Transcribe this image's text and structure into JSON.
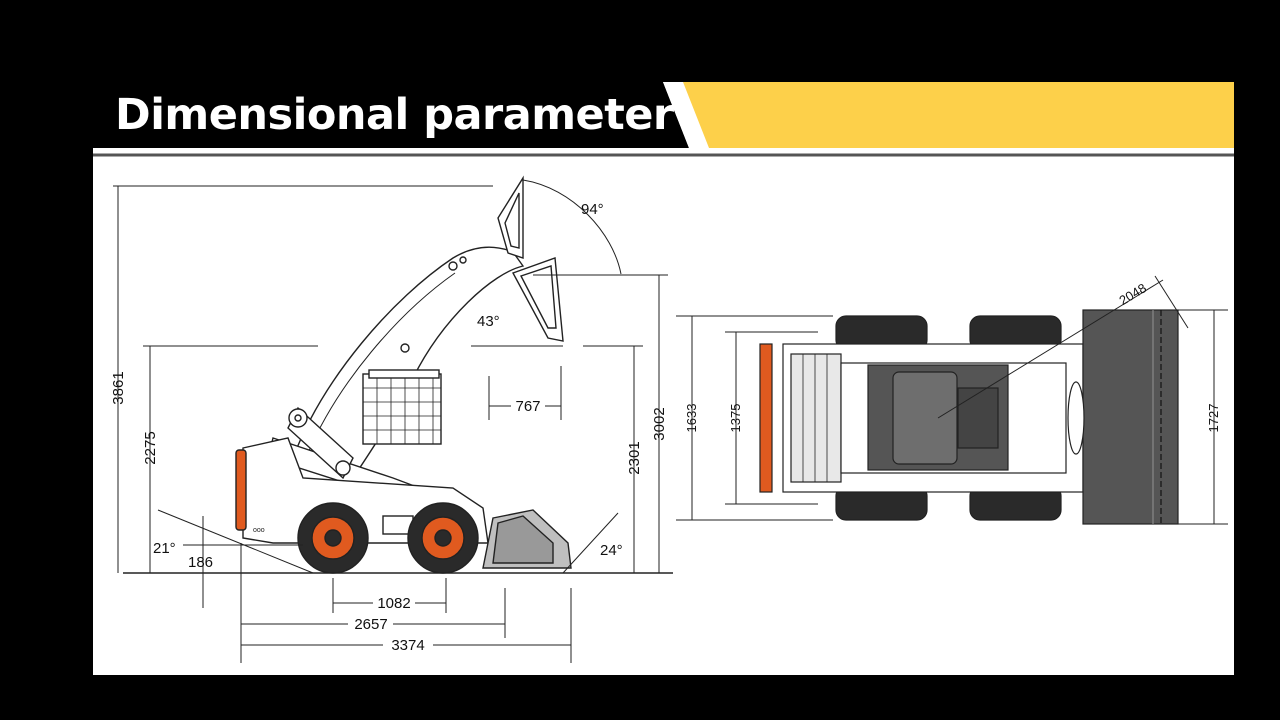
{
  "title": "Dimensional parameter",
  "colors": {
    "background": "#000000",
    "title_band": "#000000",
    "accent_band": "#fdd04a",
    "machine_orange": "#e05a1f",
    "line": "#222222"
  },
  "side_view": {
    "overall_height": "3861",
    "cab_height": "2275",
    "hinge_pin_height": "3002",
    "dump_height": "2301",
    "dump_reach": "767",
    "ground_clearance": "186",
    "wheelbase": "1082",
    "length_without_bucket": "2657",
    "length_with_bucket": "3374",
    "rollback_angle": "94°",
    "dump_angle": "43°",
    "departure_angle": "21°",
    "approach_angle": "24°"
  },
  "top_view": {
    "bucket_diagonal": "2048",
    "overall_width": "1633",
    "track_width": "1375",
    "bucket_width": "1727"
  }
}
